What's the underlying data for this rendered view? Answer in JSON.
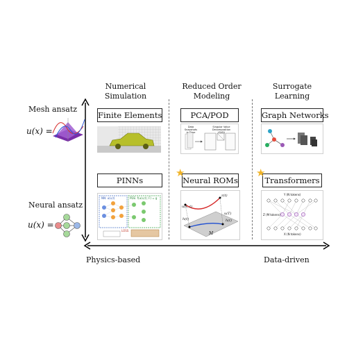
{
  "columns": [
    {
      "title_line1": "Numerical",
      "title_line2": "Simulation"
    },
    {
      "title_line1": "Reduced Order",
      "title_line2": "Modeling"
    },
    {
      "title_line1": "Surrogate",
      "title_line2": "Learning"
    }
  ],
  "rows": {
    "mesh": {
      "label": "Mesh ansatz",
      "formula": "u(x) ="
    },
    "neural": {
      "label": "Neural ansatz",
      "formula": "u(x) ="
    }
  },
  "boxes": {
    "finite_elements": "Finite Elements",
    "pca_pod": "PCA/POD",
    "graph_networks": "Graph Networks",
    "pinns": "PINNs",
    "neural_roms": "Neural ROMs",
    "transformers": "Transformers"
  },
  "axis": {
    "left": "Physics-based",
    "right": "Data-driven"
  },
  "thumbnails": {
    "pod": {
      "l1": "Data Snapshots",
      "l2": "in Time",
      "l3": "Singular Value Decomposition",
      "l4": "(SVD)"
    },
    "pinn": {
      "pde": "PDE: f(u(x,t); F) = g",
      "nn": "NN: u(x,t)",
      "loss": "LOSS"
    },
    "rom": {
      "u": "u(x, t)",
      "z": "z(t)",
      "m": "M",
      "h": "h(t)",
      "hb": "h(t)",
      "ut": "u(T)"
    },
    "transformer": {
      "top": "Y (N tokens)",
      "mid": "Z (M tokens)",
      "bot": "X (N tokens)"
    }
  },
  "colors": {
    "accent_star": "#f0b429",
    "car": "#b7bf2a",
    "mesh_purple": "#7a2ea8"
  }
}
